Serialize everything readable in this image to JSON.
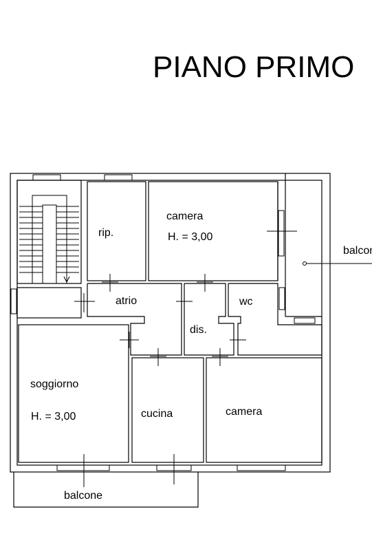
{
  "title": "PIANO PRIMO",
  "rooms": {
    "rip": "rip.",
    "camera_top": "camera",
    "camera_top_height": "H. = 3,00",
    "atrio": "atrio",
    "wc": "wc",
    "dis": "dis.",
    "soggiorno": "soggiorno",
    "soggiorno_height": "H. = 3,00",
    "cucina": "cucina",
    "camera_bottom": "camera"
  },
  "balconies": {
    "right": "balcone",
    "bottom": "balcone"
  },
  "colors": {
    "line": "#000000",
    "background": "#ffffff"
  }
}
